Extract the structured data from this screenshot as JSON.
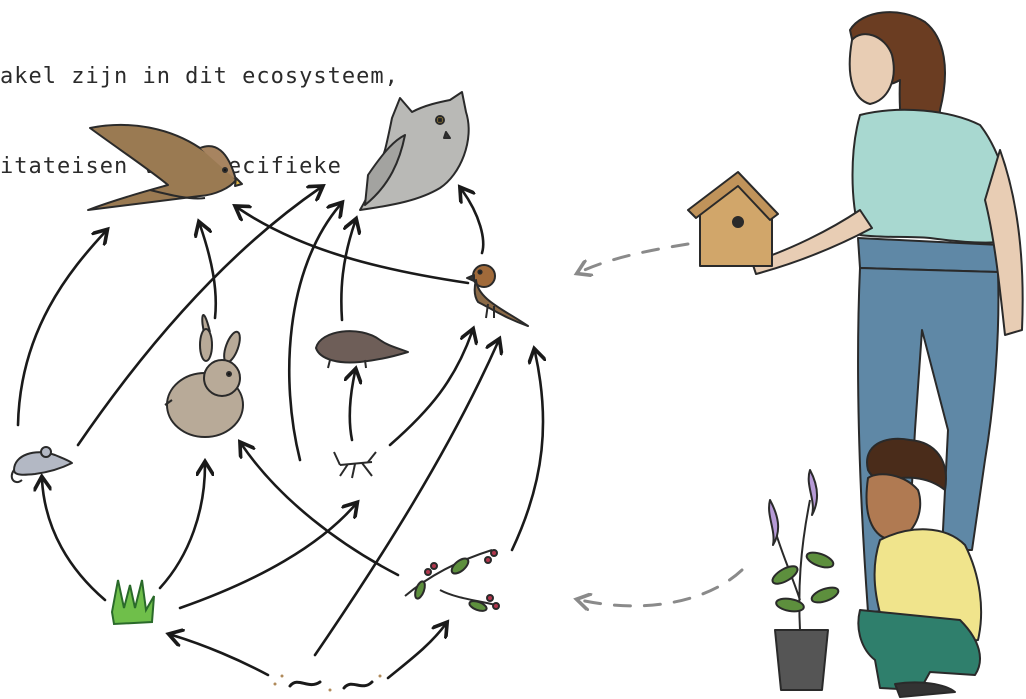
{
  "caption": {
    "line1": "akel zijn in dit ecosysteem,",
    "line2": "itateisen van specifieke"
  },
  "organisms": [
    {
      "id": "kestrel",
      "icon": "kestrel-icon"
    },
    {
      "id": "owl",
      "icon": "owl-icon"
    },
    {
      "id": "rabbit",
      "icon": "rabbit-icon"
    },
    {
      "id": "shrew",
      "icon": "shrew-icon"
    },
    {
      "id": "robin",
      "icon": "robin-icon"
    },
    {
      "id": "mouse",
      "icon": "mouse-icon"
    },
    {
      "id": "grasshopper",
      "icon": "grasshopper-icon"
    },
    {
      "id": "grass",
      "icon": "grass-icon"
    },
    {
      "id": "berry-branch",
      "icon": "berry-branch-icon"
    },
    {
      "id": "worms",
      "icon": "worms-icon"
    }
  ],
  "colors": {
    "line": "#1a1a1a",
    "dashed": "#8a8a8a",
    "bird_brown": "#8b6a47",
    "owl_grey": "#b9b9b6",
    "rabbit": "#b8aa98",
    "shirt": "#a8d8d0",
    "jeans": "#5f88a6",
    "child_shirt": "#f0e48c",
    "child_pants": "#2f7f6c",
    "leaf": "#5d8f3d",
    "flower": "#b69ad6",
    "berry": "#b0364c"
  }
}
